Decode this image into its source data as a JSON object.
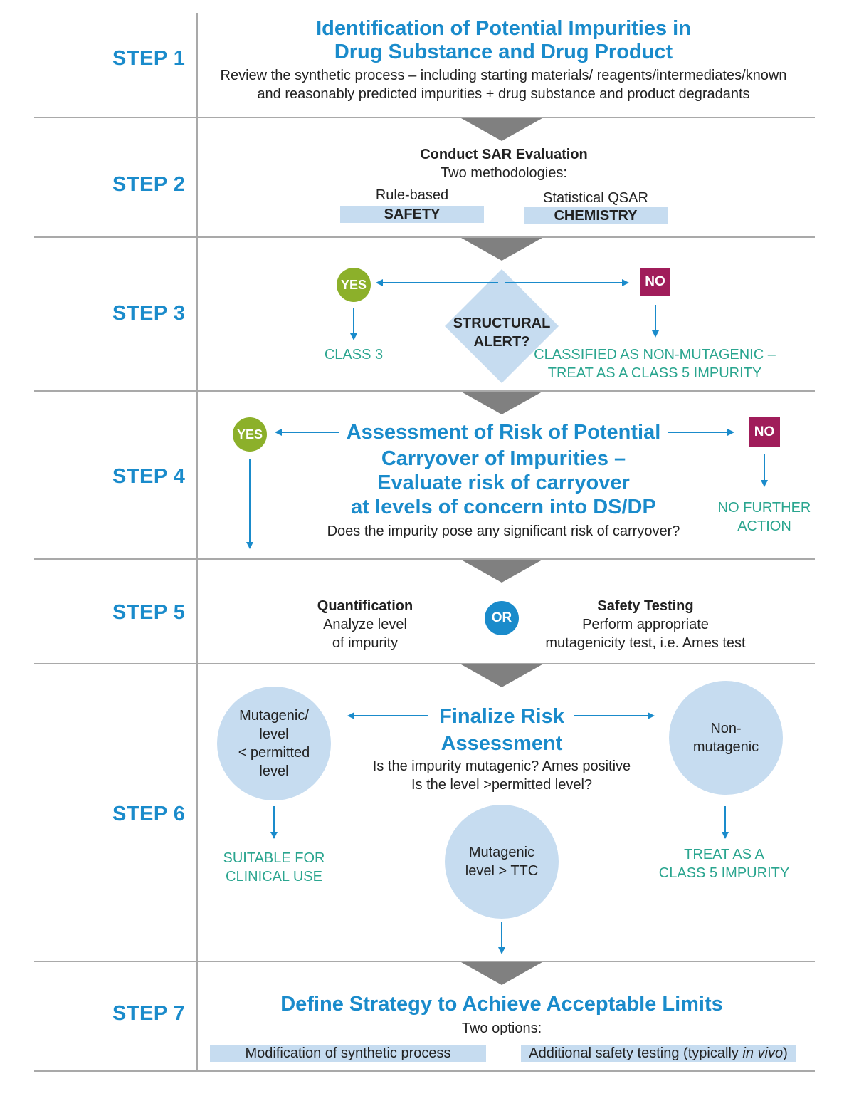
{
  "steps": [
    "STEP 1",
    "STEP 2",
    "STEP 3",
    "STEP 4",
    "STEP 5",
    "STEP 6",
    "STEP 7"
  ],
  "step1": {
    "title_line1": "Identification of Potential Impurities in",
    "title_line2": "Drug Substance and Drug Product",
    "desc_line1": "Review the synthetic process – including starting materials/ reagents/intermediates/known",
    "desc_line2": "and reasonably predicted impurities + drug substance and product degradants"
  },
  "step2": {
    "heading": "Conduct SAR Evaluation",
    "subheading": "Two methodologies:",
    "left_label": "Rule-based",
    "left_bar": "SAFETY",
    "right_label": "Statistical QSAR",
    "right_bar": "CHEMISTRY"
  },
  "step3": {
    "yes": "YES",
    "no": "NO",
    "decision_line1": "STRUCTURAL",
    "decision_line2": "ALERT?",
    "yes_result": "CLASS 3",
    "no_result_line1": "CLASSIFIED AS NON-MUTAGENIC –",
    "no_result_line2": "TREAT AS A CLASS 5 IMPURITY"
  },
  "step4": {
    "yes": "YES",
    "no": "NO",
    "title_line1": "Assessment of Risk of Potential",
    "title_line2": "Carryover of Impurities –",
    "title_line3": "Evaluate risk of carryover",
    "title_line4": "at levels of concern into DS/DP",
    "question": "Does the impurity pose any significant risk of carryover?",
    "no_result_line1": "NO FURTHER",
    "no_result_line2": "ACTION"
  },
  "step5": {
    "left_heading": "Quantification",
    "left_line1": "Analyze level",
    "left_line2": "of impurity",
    "or": "OR",
    "right_heading": "Safety Testing",
    "right_line1": "Perform appropriate",
    "right_line2": "mutagenicity test, i.e. Ames test"
  },
  "step6": {
    "title_line1": "Finalize Risk",
    "title_line2": "Assessment",
    "question_line1": "Is the impurity mutagenic? Ames positive",
    "question_line2": "Is the level >permitted level?",
    "left_circle_line1": "Mutagenic/",
    "left_circle_line2": "level",
    "left_circle_line3": "< permitted",
    "left_circle_line4": "level",
    "right_circle_line1": "Non-",
    "right_circle_line2": "mutagenic",
    "bottom_circle_line1": "Mutagenic",
    "bottom_circle_line2": "level > TTC",
    "left_result_line1": "SUITABLE FOR",
    "left_result_line2": "CLINICAL USE",
    "right_result_line1": "TREAT AS A",
    "right_result_line2": "CLASS 5 IMPURITY"
  },
  "step7": {
    "title": "Define Strategy to Achieve Acceptable Limits",
    "subtitle": "Two options:",
    "option1": "Modification of synthetic process",
    "option2_prefix": "Additional safety testing (typically ",
    "option2_italic": "in vivo",
    "option2_suffix": ")"
  },
  "colors": {
    "blue": "#1a8bcb",
    "teal": "#2aa58f",
    "light_blue": "#c6dcf0",
    "yes_green": "#8cb02a",
    "no_magenta": "#a01d5a",
    "separator_gray": "#808080"
  }
}
